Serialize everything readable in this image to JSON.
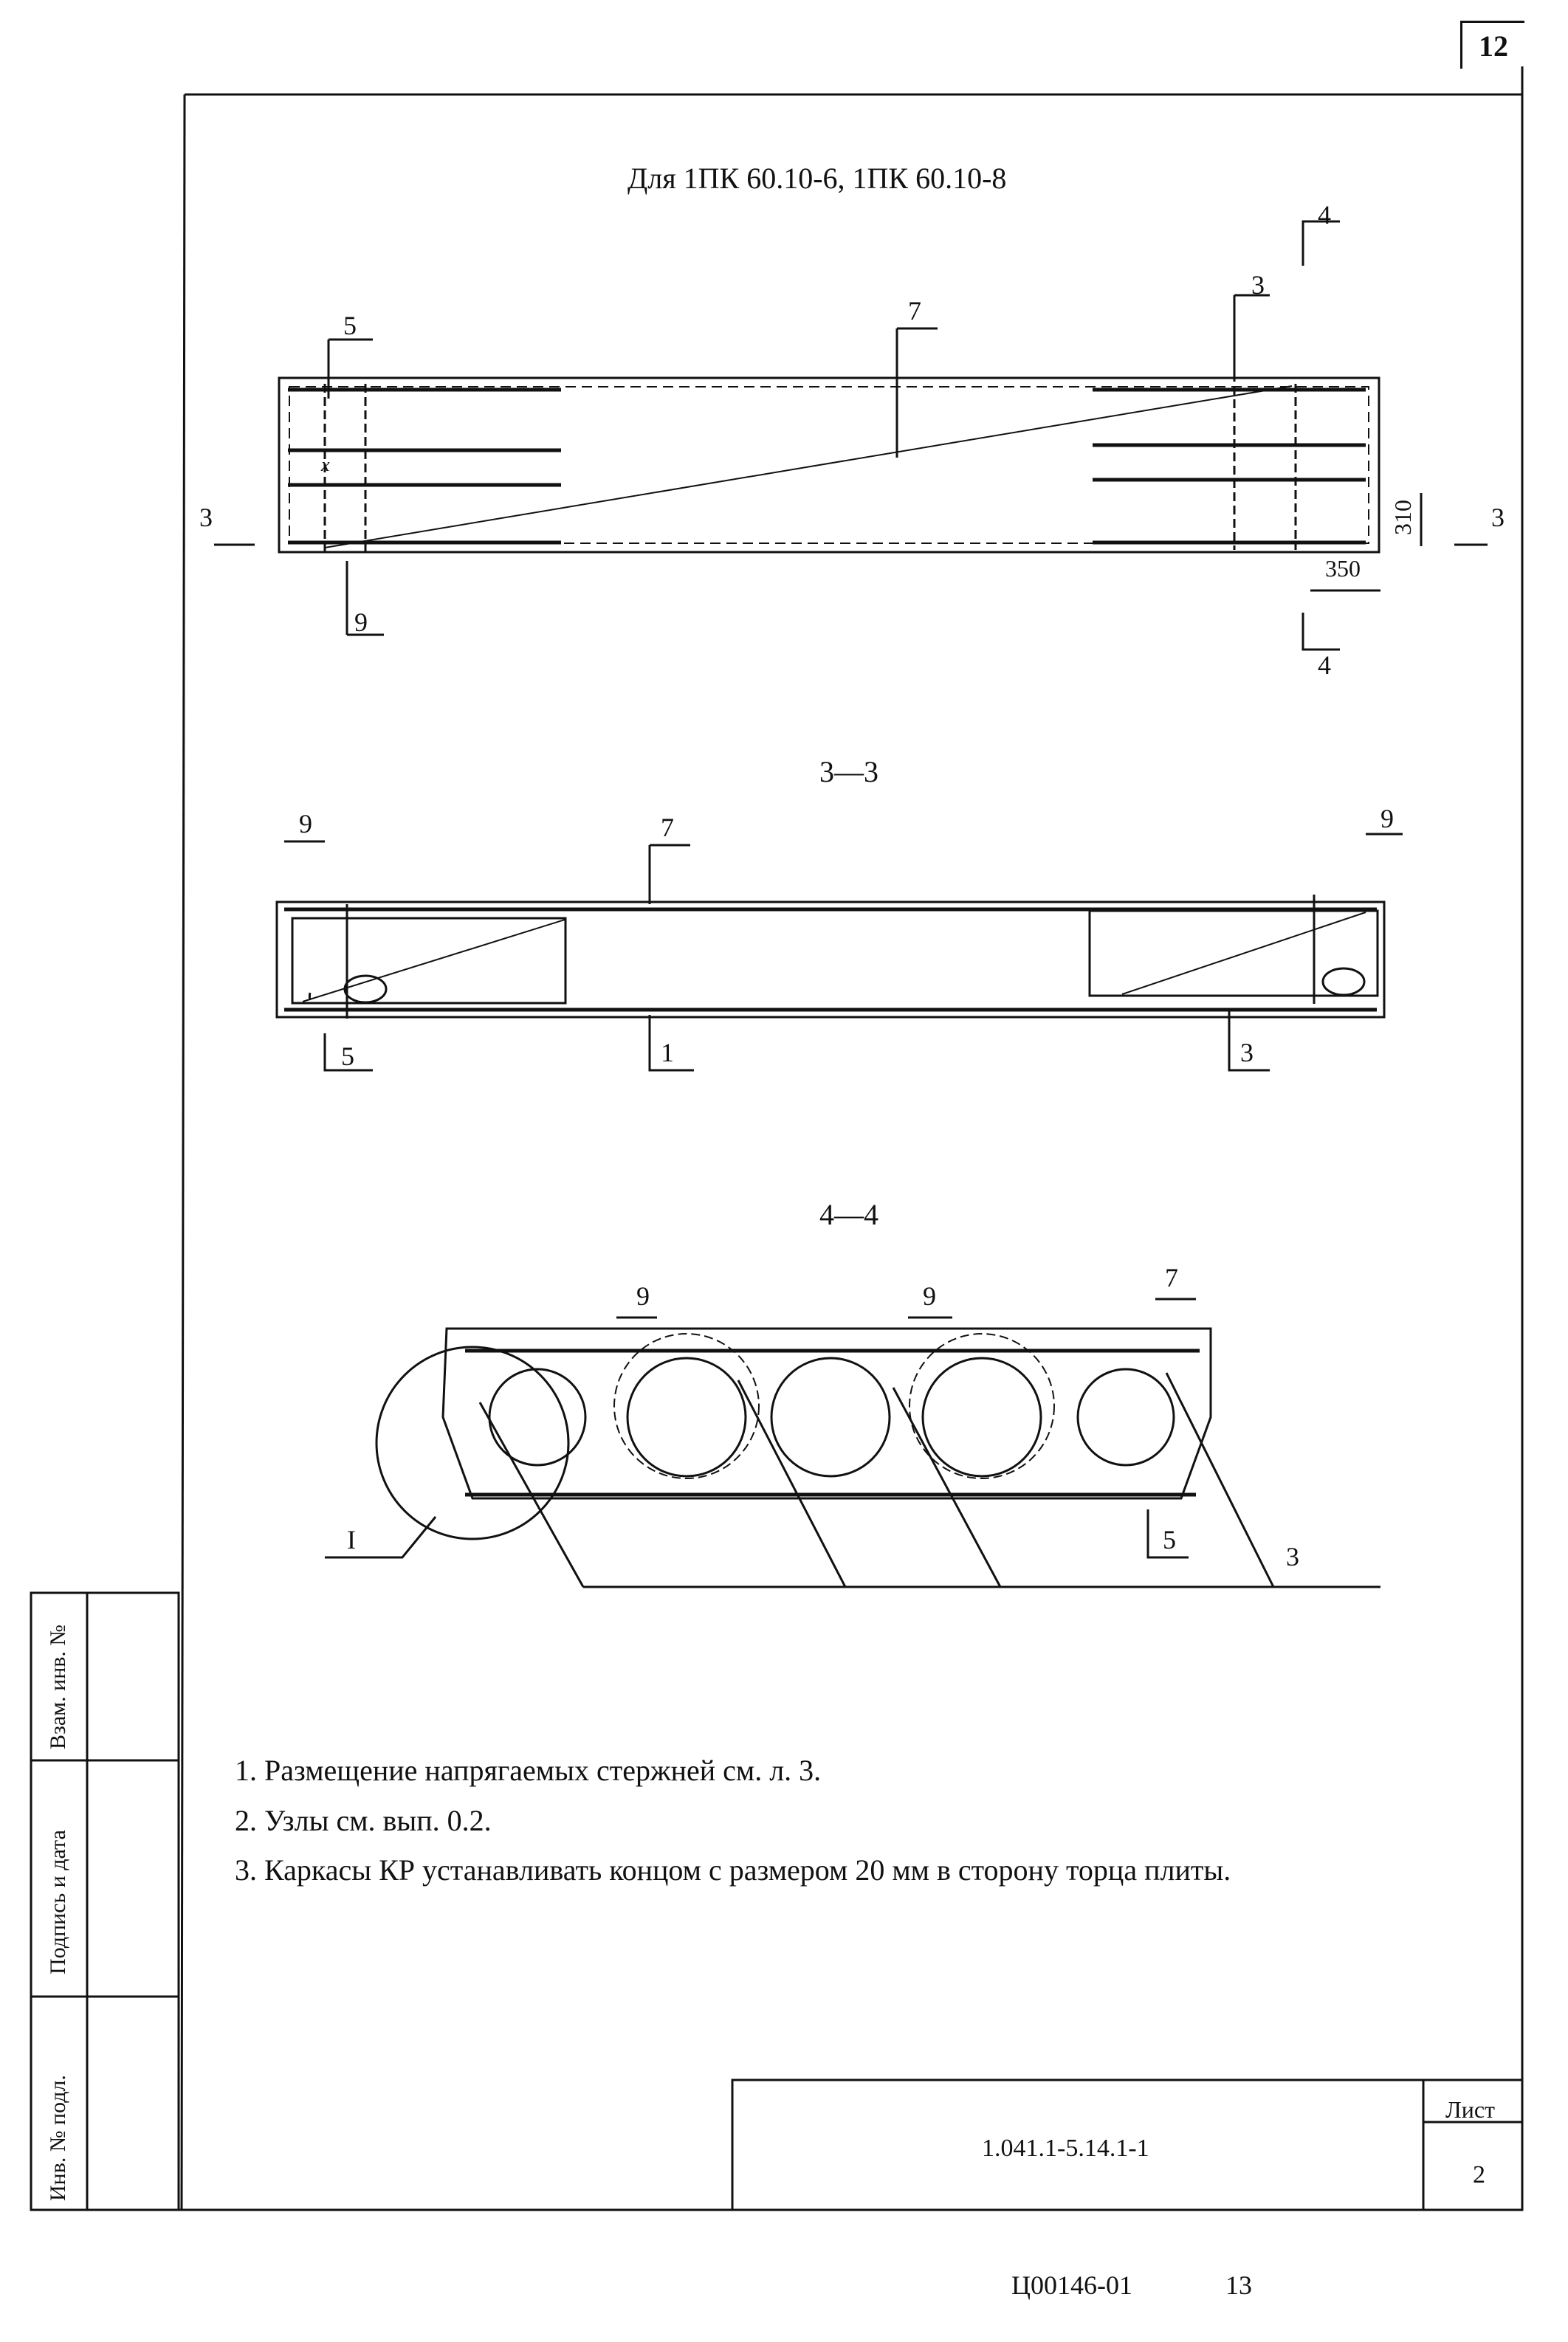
{
  "sheet_number": "12",
  "plan": {
    "title": "Для 1ПК 60.10-6, 1ПК 60.10-8",
    "callouts": [
      "5",
      "7",
      "3",
      "9"
    ],
    "section_marks": {
      "left": "3",
      "right": "3",
      "top": "4",
      "bottom": "4"
    },
    "mark_x": "x",
    "dim_310": "310",
    "dim_350": "350"
  },
  "section_33": {
    "title": "3—3",
    "callouts": [
      "9",
      "7",
      "9",
      "5",
      "1",
      "3"
    ]
  },
  "section_44": {
    "title": "4—4",
    "callouts": [
      "9",
      "9",
      "7",
      "I",
      "5",
      "3"
    ]
  },
  "notes": [
    "1. Размещение напрягаемых стержней см. л. 3.",
    "2. Узлы см. вып. 0.2.",
    "3. Каркасы КР устанавливать концом с размером 20 мм в сторону торца плиты."
  ],
  "side_stamp": {
    "field1": "Взам. инв. №",
    "field2": "Подпись и дата",
    "field3": "Инв. № подл."
  },
  "title_block": {
    "doc_code": "1.041.1-5.14.1-1",
    "list_label": "Лист",
    "list_number": "2"
  },
  "footer": {
    "code": "Ц00146-01",
    "page": "13"
  }
}
